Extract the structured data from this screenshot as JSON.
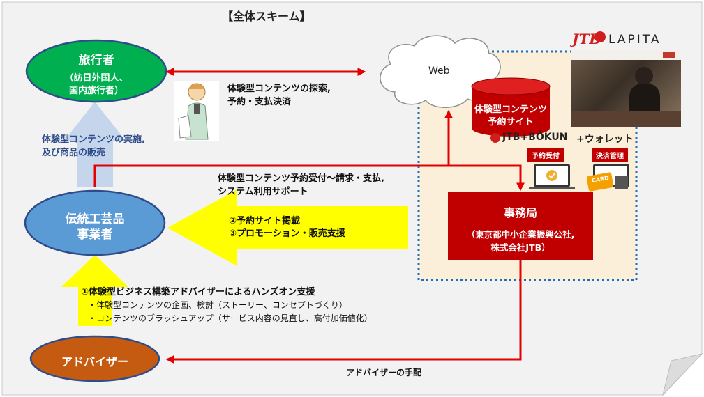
{
  "title": "【全体スキーム】",
  "nodes": {
    "traveler": {
      "name": "旅行者",
      "sub1": "（訪日外国人、",
      "sub2": "国内旅行者）"
    },
    "craft": {
      "line1": "伝統工芸品",
      "line2": "事業者"
    },
    "advisor": {
      "name": "アドバイザー"
    },
    "web": {
      "label": "Web"
    },
    "site": {
      "line1": "体験型コンテンツ",
      "line2": "予約サイト"
    },
    "office": {
      "name": "事務局",
      "line1": "（東京都中小企業振興公社,",
      "line2": "株式会社JTB）"
    }
  },
  "labels": {
    "search": {
      "line1": "体験型コンテンツの探索,",
      "line2": "予約・支払決済"
    },
    "implement": {
      "line1": "体験型コンテンツの実施,",
      "line2": "及び商品の販売"
    },
    "accept": {
      "line1": "体験型コンテンツ予約受付～請求・支払,",
      "line2": "システム利用サポート"
    },
    "support": {
      "line1": "②予約サイト掲載",
      "line2": "③プロモーション・販売支援"
    },
    "handson": {
      "title": "①体験型ビジネス構築アドバイザーによるハンズオン支援",
      "bullet1": "・体験型コンテンツの企画、検討（ストーリー、コンセプトづくり）",
      "bullet2": "・コンテンツのブラッシュアップ（サービス内容の見直し、高付加価値化）"
    },
    "arrange": "アドバイザーの手配"
  },
  "systems": {
    "jtb_bokun": "JTB+BÓKUN",
    "wallet": "+ウォレット",
    "reserve": "予約受付",
    "payment": "決済管理",
    "card": "CARD"
  },
  "logos": {
    "jtb": "JTB",
    "lapita": "LAPITA"
  },
  "colors": {
    "green": "#00b050",
    "blue": "#5b9bd5",
    "orange": "#c55a11",
    "red": "#c00000",
    "yellow": "#ffff00",
    "lightblue": "#c5d6ec",
    "cream": "#fcefd9"
  }
}
